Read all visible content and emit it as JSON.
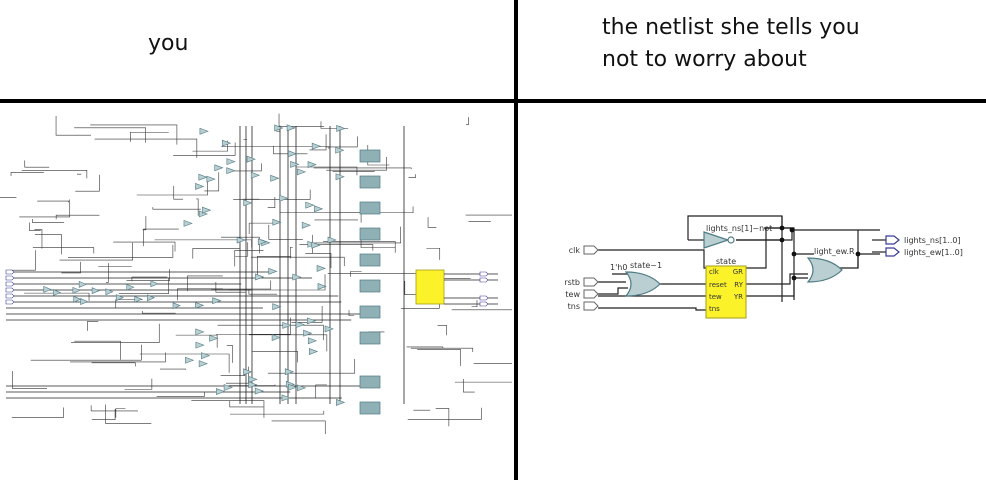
{
  "captions": {
    "left": "you",
    "right_line1": "the netlist she tells you",
    "right_line2": "not to worry about"
  },
  "simple_netlist": {
    "inputs": [
      "clk",
      "rstb",
      "tew",
      "tns"
    ],
    "constant_label": "1'h0",
    "state_gate_label": "state~1",
    "state_block_title": "state",
    "state_ports_in": [
      "clk",
      "reset",
      "tew",
      "tns"
    ],
    "state_ports_out": [
      "GR",
      "RY",
      "YR"
    ],
    "not_gate_label": "lights_ns[1]~not",
    "or_gate_label": "light_ew.R",
    "outputs": [
      "lights_ns[1..0]",
      "lights_ew[1..0]"
    ]
  },
  "colors": {
    "gate_fill": "#b9cfd1",
    "gate_stroke": "#4f7b85",
    "block_fill": "#fbf22a",
    "wire": "#222222",
    "port_stroke": "#3a3a9a"
  }
}
